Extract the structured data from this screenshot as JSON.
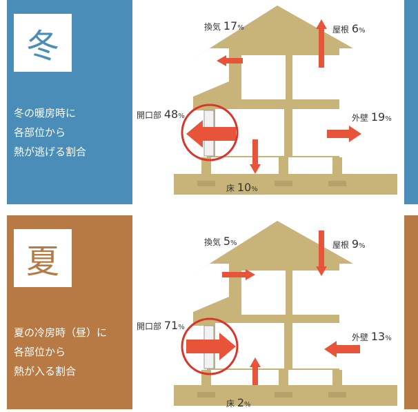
{
  "winter": {
    "kanji": "冬",
    "caption": [
      "冬の暖房時に",
      "各部位から",
      "熱が逃げる割合"
    ],
    "labels": {
      "ventilation": {
        "name": "換気",
        "value": "17",
        "unit": "%"
      },
      "roof": {
        "name": "屋根",
        "value": "6",
        "unit": "%"
      },
      "opening": {
        "name": "開口部",
        "value": "48",
        "unit": "%"
      },
      "wall": {
        "name": "外壁",
        "value": "19",
        "unit": "%"
      },
      "floor": {
        "name": "床",
        "value": "10",
        "unit": "%"
      }
    }
  },
  "summer": {
    "kanji": "夏",
    "caption": [
      "夏の冷房時（昼）に",
      "各部位から",
      "熱が入る割合"
    ],
    "labels": {
      "ventilation": {
        "name": "換気",
        "value": "5",
        "unit": "%"
      },
      "roof": {
        "name": "屋根",
        "value": "9",
        "unit": "%"
      },
      "opening": {
        "name": "開口部",
        "value": "71",
        "unit": "%"
      },
      "wall": {
        "name": "外壁",
        "value": "13",
        "unit": "%"
      },
      "floor": {
        "name": "床",
        "value": "2",
        "unit": "%"
      }
    }
  },
  "colors": {
    "winter": "#4a8db8",
    "summer": "#b87a44",
    "house": "#c8b478",
    "arrow": "#e8543a"
  }
}
